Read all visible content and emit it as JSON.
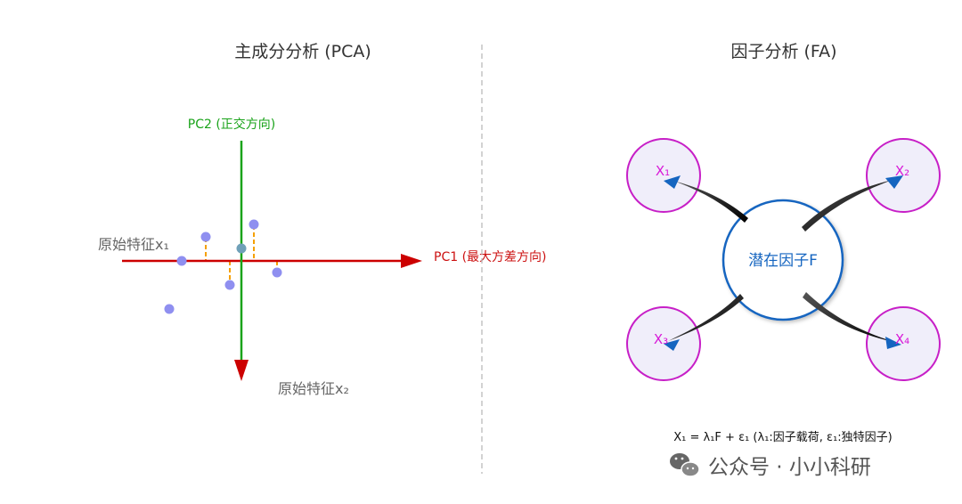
{
  "pca": {
    "title": "主成分分析 (PCA)",
    "pc2_label": "PC2 (正交方向)",
    "pc1_label": "PC1 (最大方差方向)",
    "feature1_label": "原始特征x₁",
    "feature2_label": "原始特征x₂",
    "colors": {
      "pc1": "#cc0000",
      "pc2": "#1aa31a",
      "points": "#8f8ff0",
      "projection": "#f5a000"
    }
  },
  "fa": {
    "title": "因子分析 (FA)",
    "factor_label": "潜在因子F",
    "observed": [
      "X₁",
      "X₂",
      "X₃",
      "X₄"
    ],
    "formula": "X₁ = λ₁F + ε₁ (λ₁:因子载荷, ε₁:独特因子)",
    "colors": {
      "factor_border": "#1565c0",
      "observed_border": "#c71fc7",
      "observed_fill": "#f0eefa",
      "arrow_head": "#1565c0"
    }
  },
  "watermark": {
    "text": "公众号 · 小小科研",
    "icon": "wechat-icon"
  }
}
